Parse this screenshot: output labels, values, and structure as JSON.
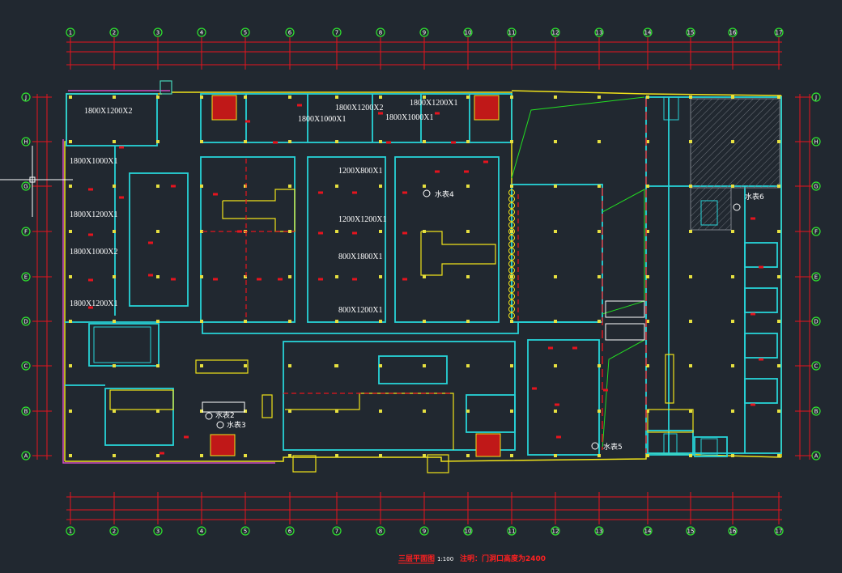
{
  "drawing": {
    "colors": {
      "background": "#212830",
      "wall": "#27d3d8",
      "outline": "#f0e21a",
      "dimension": "#e6141e",
      "axis_bubble": "#2ee62e",
      "door": "#e6141e",
      "column": "#e6e040",
      "ramp": "#22dd22",
      "text": "#ffffff",
      "boundary": "#d04cc0"
    },
    "axis_columns": [
      "1",
      "2",
      "3",
      "4",
      "5",
      "6",
      "7",
      "8",
      "9",
      "10",
      "11",
      "12",
      "13",
      "14",
      "15",
      "16",
      "17"
    ],
    "axis_rows": [
      "J",
      "H",
      "G",
      "F",
      "E",
      "D",
      "C",
      "B",
      "A"
    ],
    "room_labels": [
      {
        "id": "r1",
        "text": "1800X1200X2"
      },
      {
        "id": "r2",
        "text": "1800X1000X1"
      },
      {
        "id": "r3",
        "text": "1800X1200X1"
      },
      {
        "id": "r4",
        "text": "1800X1000X2"
      },
      {
        "id": "r5",
        "text": "1800X1200X1"
      },
      {
        "id": "r6",
        "text": "1800X1000X1"
      },
      {
        "id": "r7",
        "text": "1800X1200X2"
      },
      {
        "id": "r8",
        "text": "1800X1200X1"
      },
      {
        "id": "r9",
        "text": "1800X1000X1"
      },
      {
        "id": "r10",
        "text": "1200X800X1"
      },
      {
        "id": "r11",
        "text": "1200X1200X1"
      },
      {
        "id": "r12",
        "text": "800X1800X1"
      },
      {
        "id": "r13",
        "text": "800X1200X1"
      }
    ],
    "meters": [
      {
        "id": "m2",
        "text": "水表2"
      },
      {
        "id": "m3",
        "text": "水表3"
      },
      {
        "id": "m4",
        "text": "水表4"
      },
      {
        "id": "m5",
        "text": "水表5"
      },
      {
        "id": "m6",
        "text": "水表6"
      }
    ],
    "title": "三层平面图",
    "scale": "1:100",
    "note": "注明：门洞口高度为2400"
  }
}
